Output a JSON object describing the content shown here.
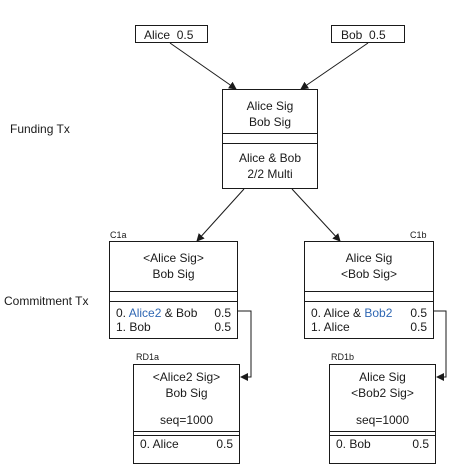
{
  "inputs": {
    "alice": {
      "name": "Alice",
      "amount": "0.5"
    },
    "bob": {
      "name": "Bob",
      "amount": "0.5"
    }
  },
  "funding": {
    "label": "Funding Tx",
    "sig1": "Alice Sig",
    "sig2": "Bob Sig",
    "out1": "Alice & Bob",
    "out2": "2/2 Multi"
  },
  "commitment": {
    "label": "Commitment Tx",
    "c1a": {
      "id": "C1a",
      "sig1": "<Alice Sig>",
      "sig2": "Bob Sig",
      "out0_prefix": "0.",
      "out0_hl": "Alice2",
      "out0_rest": "& Bob",
      "out0_amt": "0.5",
      "out1": "1. Bob",
      "out1_amt": "0.5"
    },
    "c1b": {
      "id": "C1b",
      "sig1": "Alice Sig",
      "sig2": "<Bob Sig>",
      "out0_prefix": "0. Alice &",
      "out0_hl": "Bob2",
      "out0_amt": "0.5",
      "out1": "1. Alice",
      "out1_amt": "0.5"
    }
  },
  "rd": {
    "rd1a": {
      "id": "RD1a",
      "sig1": "<Alice2 Sig>",
      "sig2": "Bob Sig",
      "seq": "seq=1000",
      "out0": "0. Alice",
      "out0_amt": "0.5"
    },
    "rd1b": {
      "id": "RD1b",
      "sig1": "Alice Sig",
      "sig2": "<Bob2 Sig>",
      "seq": "seq=1000",
      "out0": "0. Bob",
      "out0_amt": "0.5"
    }
  }
}
